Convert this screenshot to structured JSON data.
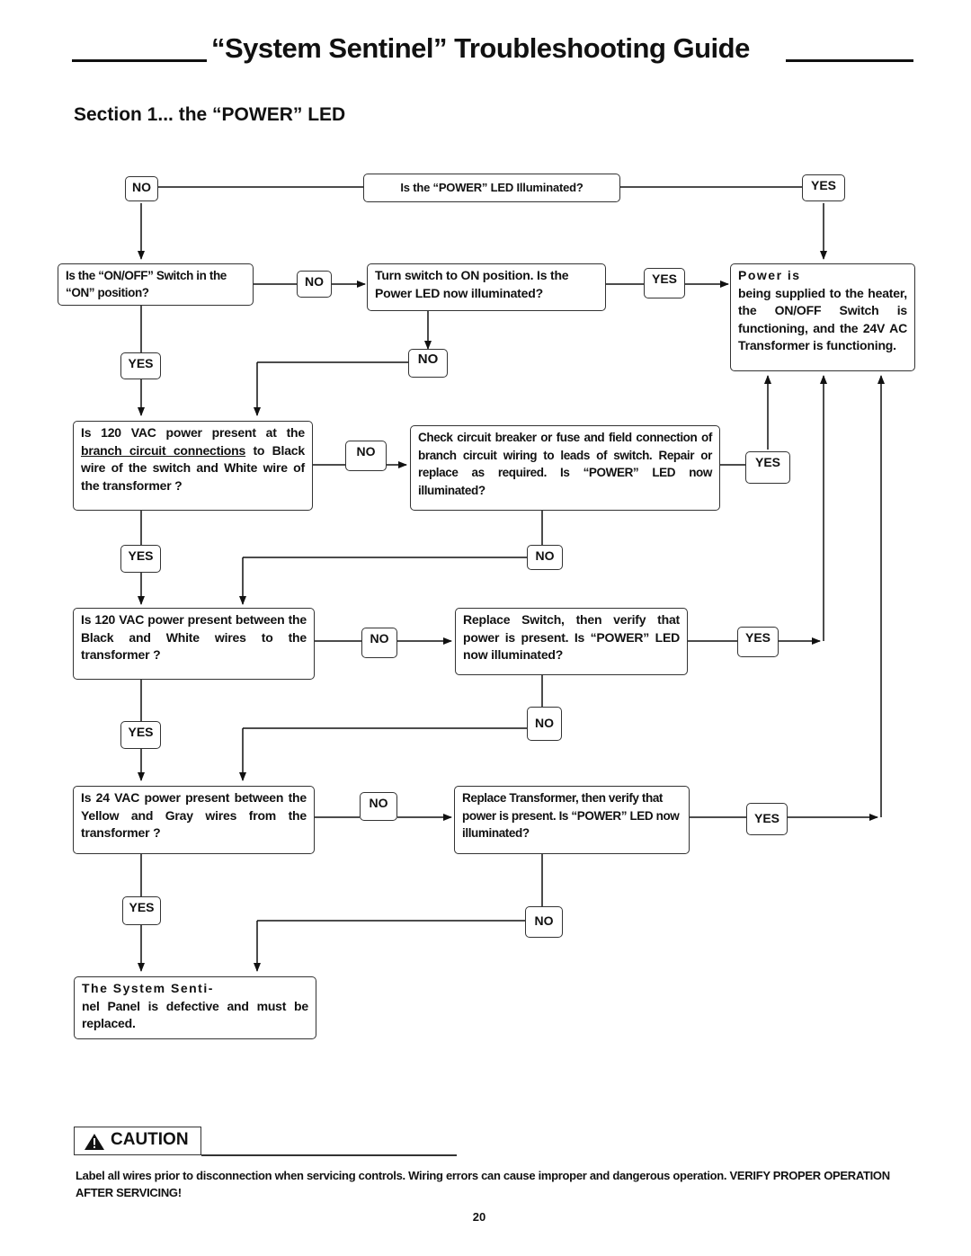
{
  "header": {
    "title": "“System Sentinel” Troubleshooting Guide",
    "section": "Section 1... the “POWER” LED"
  },
  "flow": {
    "q0": "Is the “POWER” LED Illuminated?",
    "q1": "Is the “ON/OFF” Switch in the “ON” position?",
    "a1": "Turn switch to ON position. Is the Power LED now illuminated?",
    "result_ok": {
      "line1": "Power is",
      "line2": "being supplied to the heater, the ON/OFF Switch is functioning, and the 24V AC Transformer is functioning."
    },
    "q2": {
      "before": "Is 120 VAC power present at the ",
      "link": "branch circuit connections",
      "after": " to Black wire of the switch and White wire of the transformer ?"
    },
    "a2": "Check circuit breaker or fuse and field connection of branch circuit wiring to leads of switch. Repair or replace as required. Is “POWER” LED now illuminated?",
    "q3": "Is 120 VAC power present between the Black and White wires to the transformer ?",
    "a3": "Replace Switch, then verify that power is present. Is “POWER” LED now illuminated?",
    "q4": "Is 24 VAC power present between the Yellow and Gray wires from the transformer ?",
    "a4": "Replace Transformer, then verify that power is present. Is “POWER” LED now illuminated?",
    "result_bad": {
      "line1": "The System Senti-",
      "line2": "nel Panel is defective and must be replaced."
    },
    "yes": "YES",
    "no": "NO"
  },
  "caution": {
    "label": "CAUTION",
    "text": "Label all wires prior to disconnection when servicing controls. Wiring errors can cause improper and dangerous operation. VERIFY PROPER OPERATION AFTER SERVICING!"
  },
  "page_number": "20"
}
